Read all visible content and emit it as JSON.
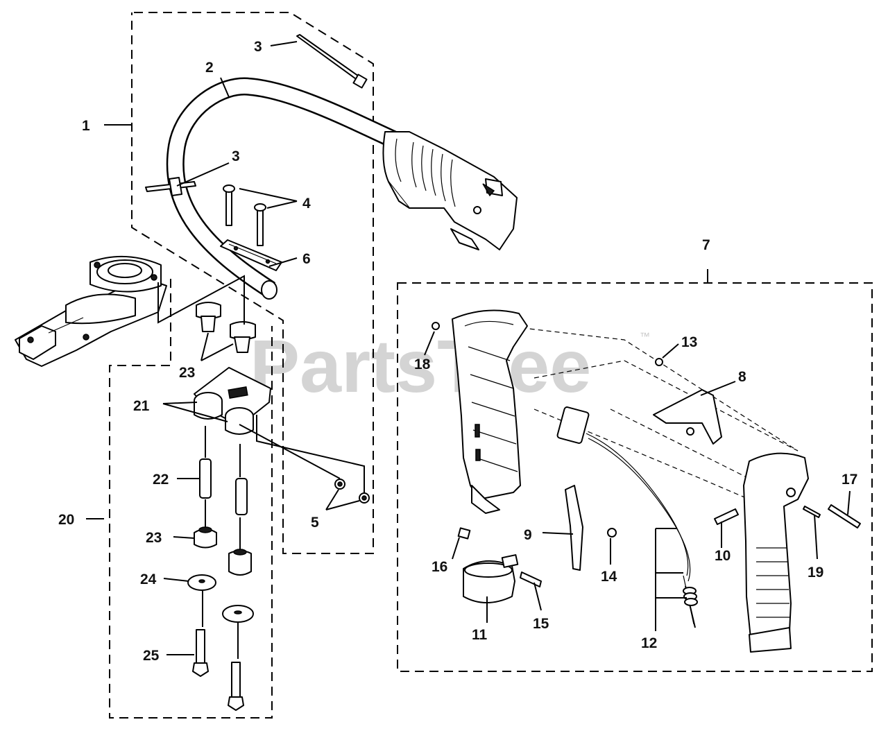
{
  "watermark": {
    "text": "PartsTree",
    "trademark": "™",
    "color": "#d4d4d4"
  },
  "callouts": [
    {
      "id": "1",
      "text": "1"
    },
    {
      "id": "2",
      "text": "2"
    },
    {
      "id": "3a",
      "text": "3"
    },
    {
      "id": "3b",
      "text": "3"
    },
    {
      "id": "4",
      "text": "4"
    },
    {
      "id": "5",
      "text": "5"
    },
    {
      "id": "6",
      "text": "6"
    },
    {
      "id": "7",
      "text": "7"
    },
    {
      "id": "8",
      "text": "8"
    },
    {
      "id": "9",
      "text": "9"
    },
    {
      "id": "10",
      "text": "10"
    },
    {
      "id": "11",
      "text": "11"
    },
    {
      "id": "12",
      "text": "12"
    },
    {
      "id": "13",
      "text": "13"
    },
    {
      "id": "14",
      "text": "14"
    },
    {
      "id": "15",
      "text": "15"
    },
    {
      "id": "16",
      "text": "16"
    },
    {
      "id": "17",
      "text": "17"
    },
    {
      "id": "18",
      "text": "18"
    },
    {
      "id": "19",
      "text": "19"
    },
    {
      "id": "20",
      "text": "20"
    },
    {
      "id": "21",
      "text": "21"
    },
    {
      "id": "22",
      "text": "22"
    },
    {
      "id": "23a",
      "text": "23"
    },
    {
      "id": "23b",
      "text": "23"
    },
    {
      "id": "24",
      "text": "24"
    },
    {
      "id": "25",
      "text": "25"
    }
  ],
  "icons": {
    "loop_handle": "loop-handle-icon",
    "gearhead": "gearhead-icon",
    "rear_handle": "rear-handle-icon"
  }
}
